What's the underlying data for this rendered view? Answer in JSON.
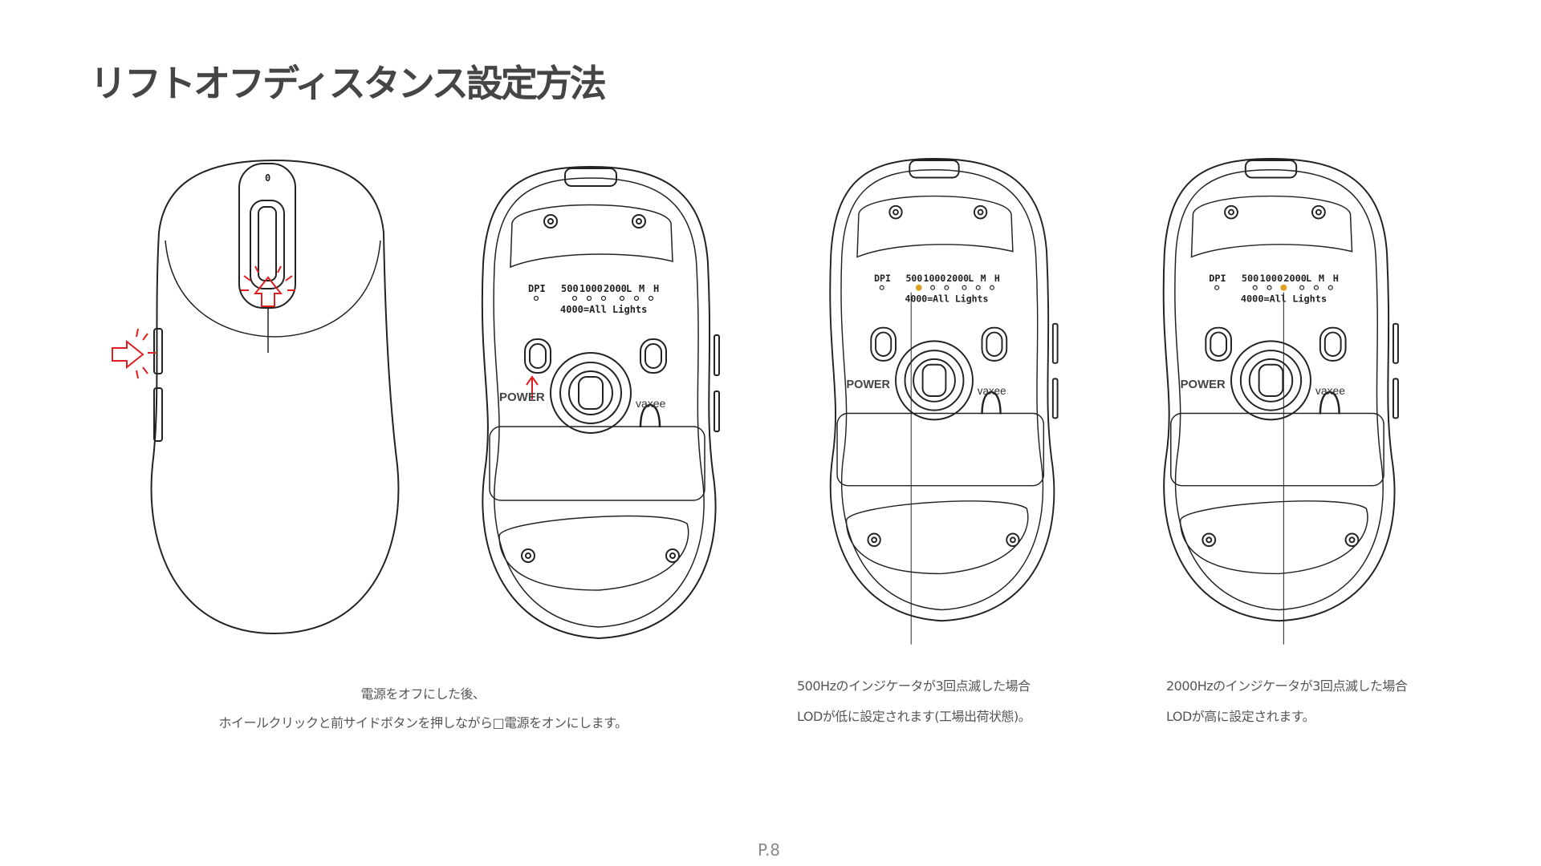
{
  "title": "リフトオフディスタンス設定方法",
  "diagram_labels": {
    "dpi": "DPI",
    "r500": "500",
    "r1000": "1000",
    "r2000": "2000",
    "low": "L",
    "mid": "M",
    "high": "H",
    "all_lights": "4000=All Lights",
    "power": "POWER",
    "brand": "vaxee",
    "wheel_mark": "0"
  },
  "captions": {
    "step1": [
      "電源をオフにした後、",
      "ホイールクリックと前サイドボタンを押しながら□電源をオンにします。"
    ],
    "low": [
      "500Hzのインジケータが3回点滅した場合",
      "LODが低に設定されます(工場出荷状態)。"
    ],
    "high": [
      "2000Hzのインジケータが3回点滅した場合",
      "LODが高に設定されます。"
    ]
  },
  "colors": {
    "accent": "#e02020",
    "indicator": "#e0a020"
  },
  "page_number": "P.8"
}
